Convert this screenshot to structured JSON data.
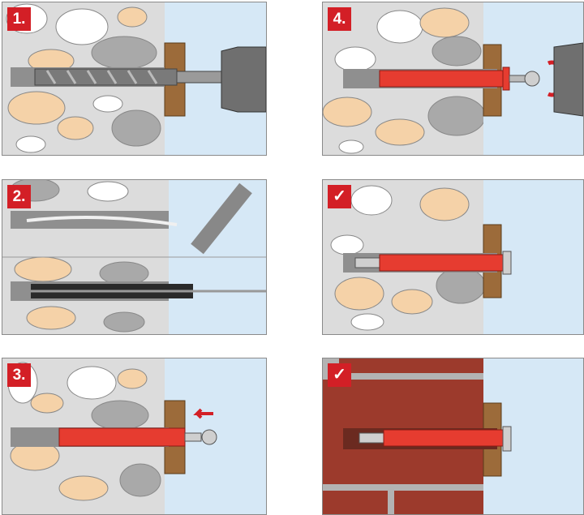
{
  "steps": [
    {
      "id": "step1",
      "badge": "1."
    },
    {
      "id": "step2",
      "badge": "2."
    },
    {
      "id": "step3",
      "badge": "3."
    },
    {
      "id": "step4",
      "badge": "4."
    },
    {
      "id": "step5",
      "badge": "✓"
    },
    {
      "id": "step6",
      "badge": "✓"
    }
  ],
  "colors": {
    "concrete": "#dcdcdc",
    "stone_grey": "#a9a9a9",
    "stone_white": "#ffffff",
    "stone_beige": "#f5d2a8",
    "air": "#d6e8f6",
    "wood": "#9c6b3a",
    "plug_red": "#e63c30",
    "badge_red": "#d31f26",
    "brick": "#9c3a2c",
    "mortar": "#b3b3b3",
    "drill_metal": "#7a7a7a",
    "screw_metal": "#c9c9c9"
  }
}
